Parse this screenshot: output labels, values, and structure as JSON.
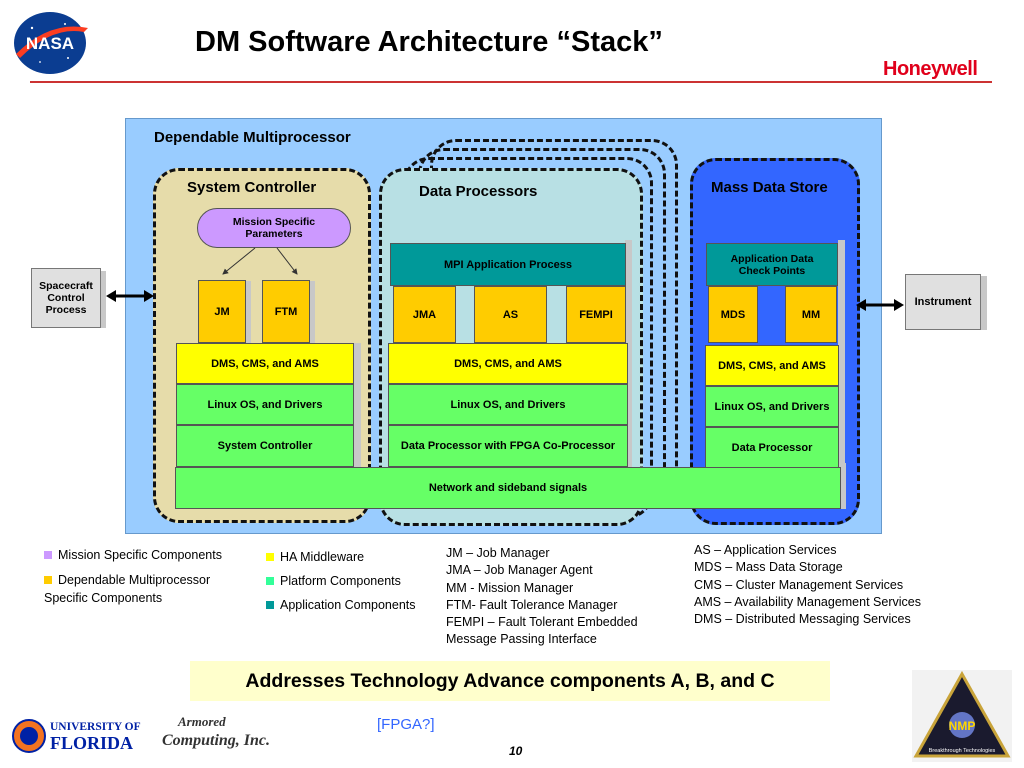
{
  "header": {
    "title": "DM Software Architecture “Stack”",
    "nasa_logo": "NASA",
    "brand": "Honeywell",
    "brand_color": "#e0001b"
  },
  "diagram": {
    "outer_label": "Dependable Multiprocessor",
    "spacecraft": "Spacecraft Control Process",
    "instrument": "Instrument",
    "system_controller": {
      "label": "System Controller",
      "mission_params": "Mission Specific Parameters",
      "jm": "JM",
      "ftm": "FTM",
      "dms": "DMS, CMS, and AMS",
      "linux": "Linux OS, and Drivers",
      "base": "System Controller"
    },
    "data_processors": {
      "label": "Data Processors",
      "mpi": "MPI Application Process",
      "jma": "JMA",
      "as": "AS",
      "fempi": "FEMPI",
      "dms": "DMS, CMS, and AMS",
      "linux": "Linux OS, and Drivers",
      "base": "Data Processor with FPGA Co-Processor"
    },
    "mass_data_store": {
      "label": "Mass Data Store",
      "app_check": "Application Data Check Points",
      "mds": "MDS",
      "mm": "MM",
      "dms": "DMS, CMS, and AMS",
      "linux": "Linux OS, and Drivers",
      "base": "Data Processor"
    },
    "network": "Network and sideband signals"
  },
  "legend": {
    "mission": "Mission Specific Components",
    "dm_line1": "Dependable Multiprocessor",
    "dm_line2": "Specific Components",
    "ha": "HA Middleware",
    "platform": "Platform Components",
    "application": "Application Components",
    "colors": {
      "mission": "#cc99ff",
      "dm": "#ffcc00",
      "ha": "#ffff00",
      "platform": "#33ff99",
      "application": "#009999"
    }
  },
  "definitions_a": [
    "JM – Job Manager",
    "JMA – Job Manager Agent",
    "MM - Mission Manager",
    "FTM- Fault Tolerance Manager",
    "FEMPI – Fault Tolerant Embedded",
    "Message Passing Interface"
  ],
  "definitions_b": [
    "AS – Application Services",
    "MDS – Mass Data Storage",
    "CMS – Cluster Management Services",
    "AMS – Availability Management Services",
    "DMS – Distributed Messaging Services"
  ],
  "banner": "Addresses Technology Advance components A, B, and C",
  "footer": {
    "uf_line1": "UNIVERSITY OF",
    "uf_line2": "FLORIDA",
    "armored_line1": "Armored",
    "armored_line2": "Computing, Inc.",
    "fpga_link": "[FPGA?]",
    "page_number": "10",
    "nmp": "NMP",
    "nmp_sub": "Breakthrough Technologies"
  }
}
